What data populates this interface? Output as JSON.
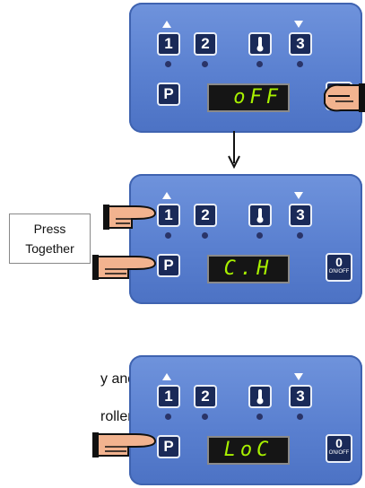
{
  "panels": [
    {
      "display": "oFF"
    },
    {
      "display": "C.H"
    },
    {
      "display": "LoC"
    }
  ],
  "keys": {
    "k1": "1",
    "k2": "2",
    "k3": "3",
    "p": "P",
    "onoff_top": "0",
    "onoff_bottom": "ON/OFF"
  },
  "press_label": {
    "line1": "Press",
    "line2": "Together"
  },
  "side_text": {
    "line1": "y and",
    "line2": "roller"
  },
  "colors": {
    "panel": "#5a80d0",
    "display_text": "#a8f100",
    "key_face": "#1a2a58"
  }
}
